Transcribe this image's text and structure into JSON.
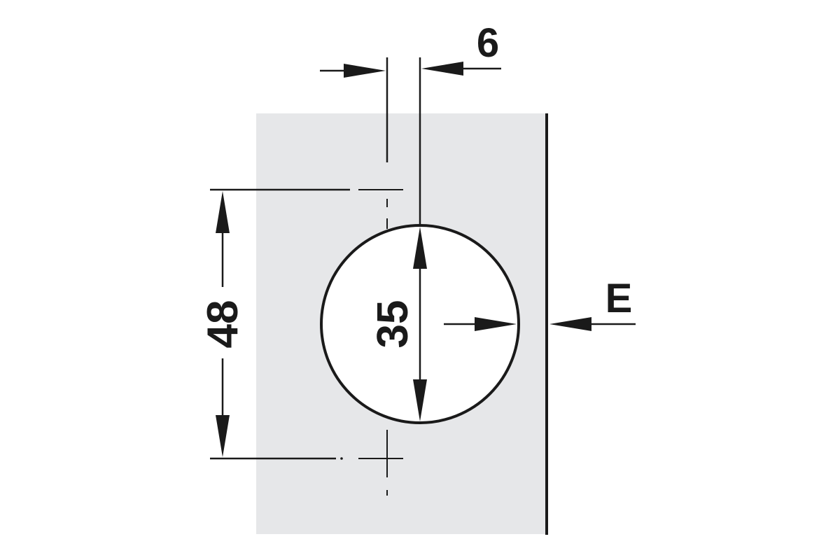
{
  "labels": {
    "offset_dimension": "6",
    "cup_diameter": "35",
    "hole_spacing": "48",
    "edge_distance": "E"
  },
  "colors": {
    "panel_fill": "#e6e7e9",
    "line": "#1a1a1a",
    "cup_fill": "#ffffff",
    "background": "#ffffff"
  }
}
